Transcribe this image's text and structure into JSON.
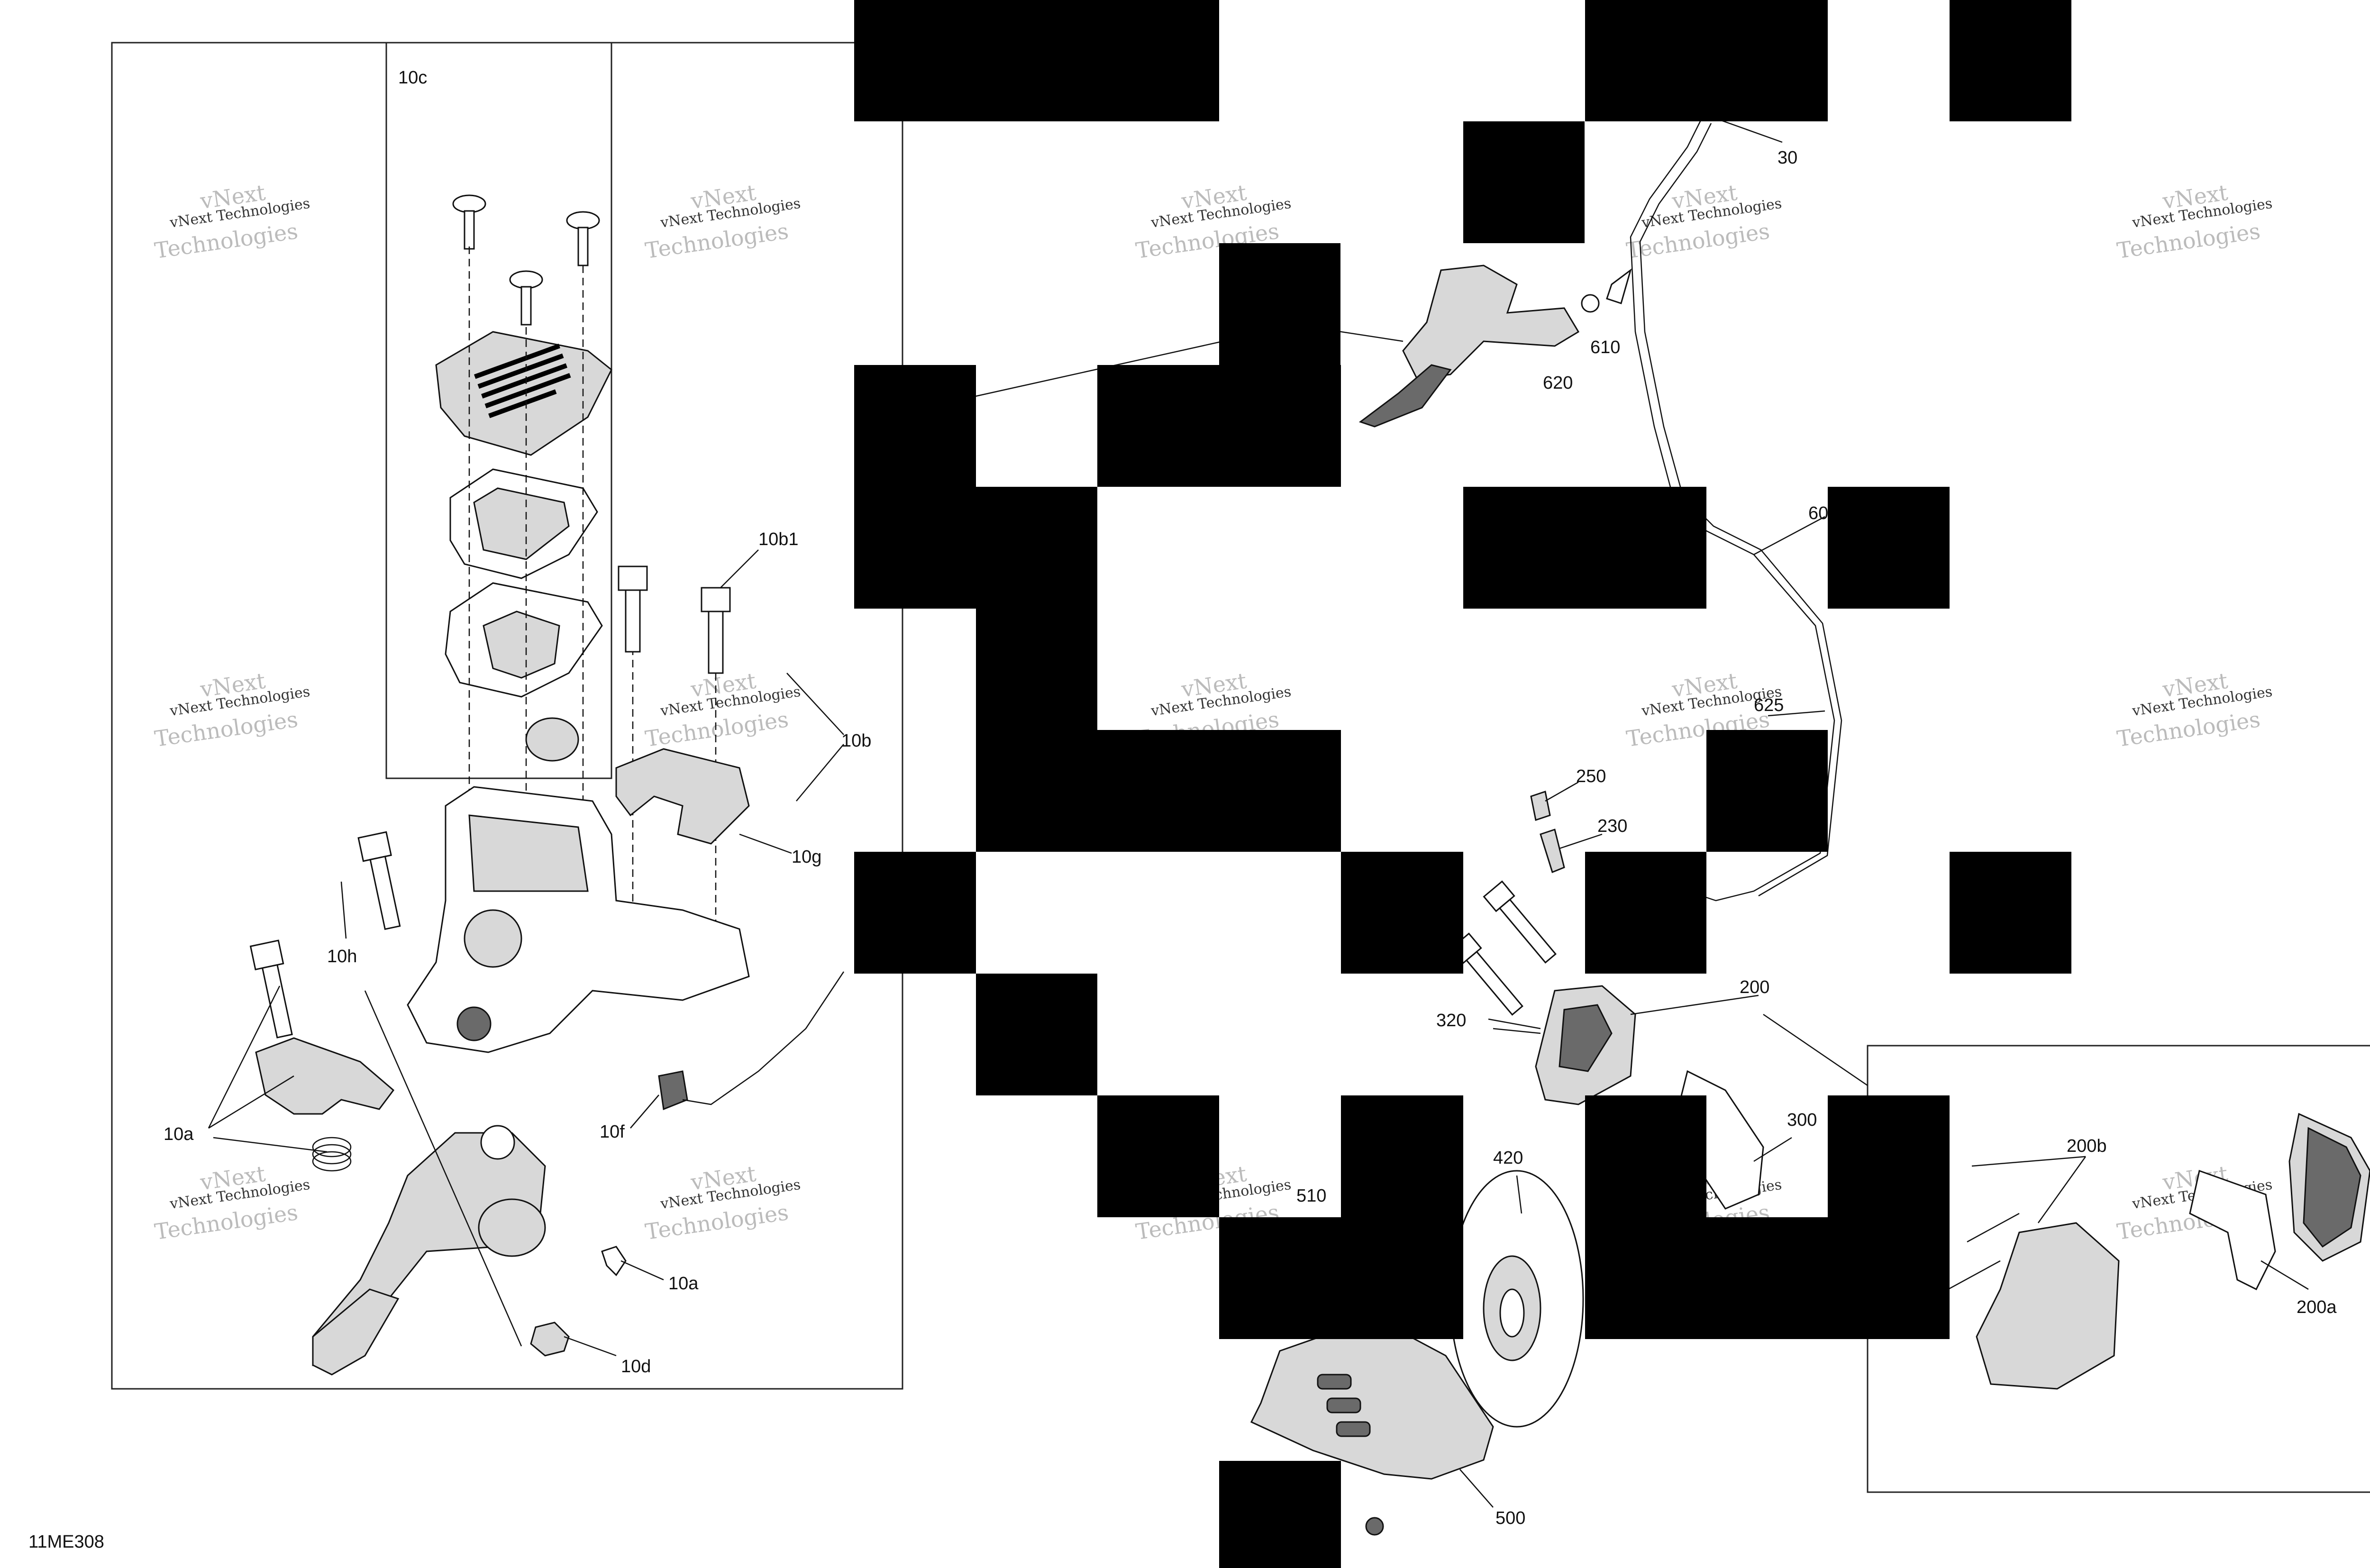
{
  "diagram_id": "11ME308",
  "watermark": {
    "line1": "vNext Technologies",
    "line2a": "vNext",
    "line2b": "Technologies"
  },
  "callouts": {
    "c10c": "10c",
    "c10b1": "10b1",
    "c10b": "10b",
    "c10g": "10g",
    "c10h": "10h",
    "c10a_left": "10a",
    "c10f": "10f",
    "c10a_right": "10a",
    "c10d": "10d",
    "c30": "30",
    "c610": "610",
    "c620": "620",
    "c600": "600",
    "c625": "625",
    "c250": "250",
    "c230": "230",
    "c200": "200",
    "c320": "320",
    "c300": "300",
    "c420": "420",
    "c510": "510",
    "c500": "500",
    "c200b": "200b",
    "c200a": "200a"
  }
}
